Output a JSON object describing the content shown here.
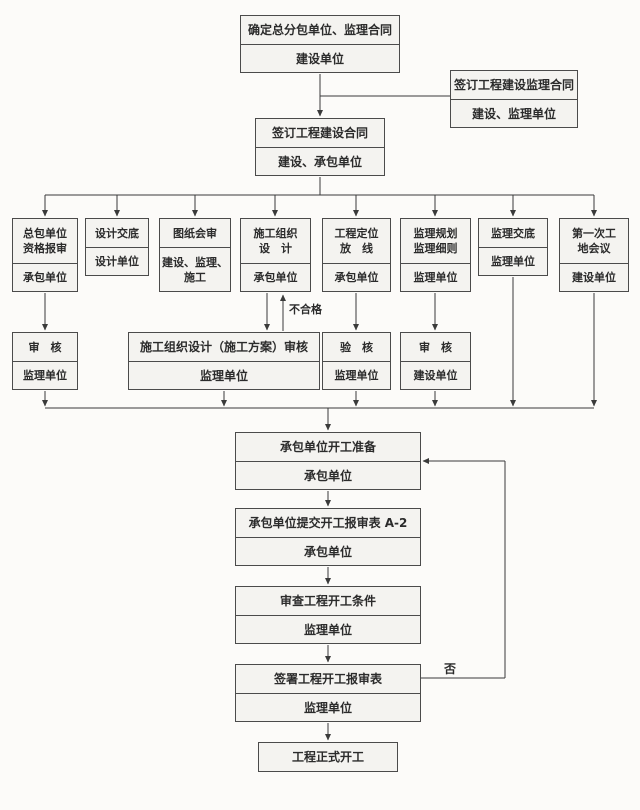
{
  "colors": {
    "page_bg": "#fcfbf9",
    "box_bg": "#f4f3f0",
    "box_border": "#4b4b4b",
    "line": "#3a3a3a",
    "text": "#2b2b2b"
  },
  "top": {
    "n1": {
      "title": "确定总分包单位、监理合同",
      "actor": "建设单位"
    },
    "n2": {
      "title": "签订工程建设监理合同",
      "actor": "建设、监理单位"
    },
    "n3": {
      "title": "签订工程建设合同",
      "actor": "建设、承包单位"
    }
  },
  "cols": [
    {
      "title": [
        "总包单位",
        "资格报审"
      ],
      "actor": "承包单位"
    },
    {
      "title": [
        "设计交底"
      ],
      "actor": "设计单位"
    },
    {
      "title": [
        "图纸会审"
      ],
      "actor": "建设、监理、施工"
    },
    {
      "title": [
        "施工组织",
        "设　计"
      ],
      "actor": "承包单位"
    },
    {
      "title": [
        "工程定位",
        "放　线"
      ],
      "actor": "承包单位"
    },
    {
      "title": [
        "监理规划",
        "监理细则"
      ],
      "actor": "监理单位"
    },
    {
      "title": [
        "监理交底"
      ],
      "actor": "监理单位"
    },
    {
      "title": [
        "第一次工",
        "地会议"
      ],
      "actor": "建设单位"
    }
  ],
  "review": [
    {
      "title": "审　核",
      "actor": "监理单位"
    },
    {
      "title": "施工组织设计（施工方案）审核",
      "actor": "监理单位"
    },
    {
      "title": "验　核",
      "actor": "监理单位"
    },
    {
      "title": "审　核",
      "actor": "建设单位"
    }
  ],
  "bottom": [
    {
      "title": "承包单位开工准备",
      "actor": "承包单位"
    },
    {
      "title": "承包单位提交开工报审表 A-2",
      "actor": "承包单位"
    },
    {
      "title": "审查工程开工条件",
      "actor": "监理单位"
    },
    {
      "title": "签署工程开工报审表",
      "actor": "监理单位"
    },
    {
      "title": "工程正式开工"
    }
  ],
  "labels": {
    "reject": "不合格",
    "no": "否"
  }
}
